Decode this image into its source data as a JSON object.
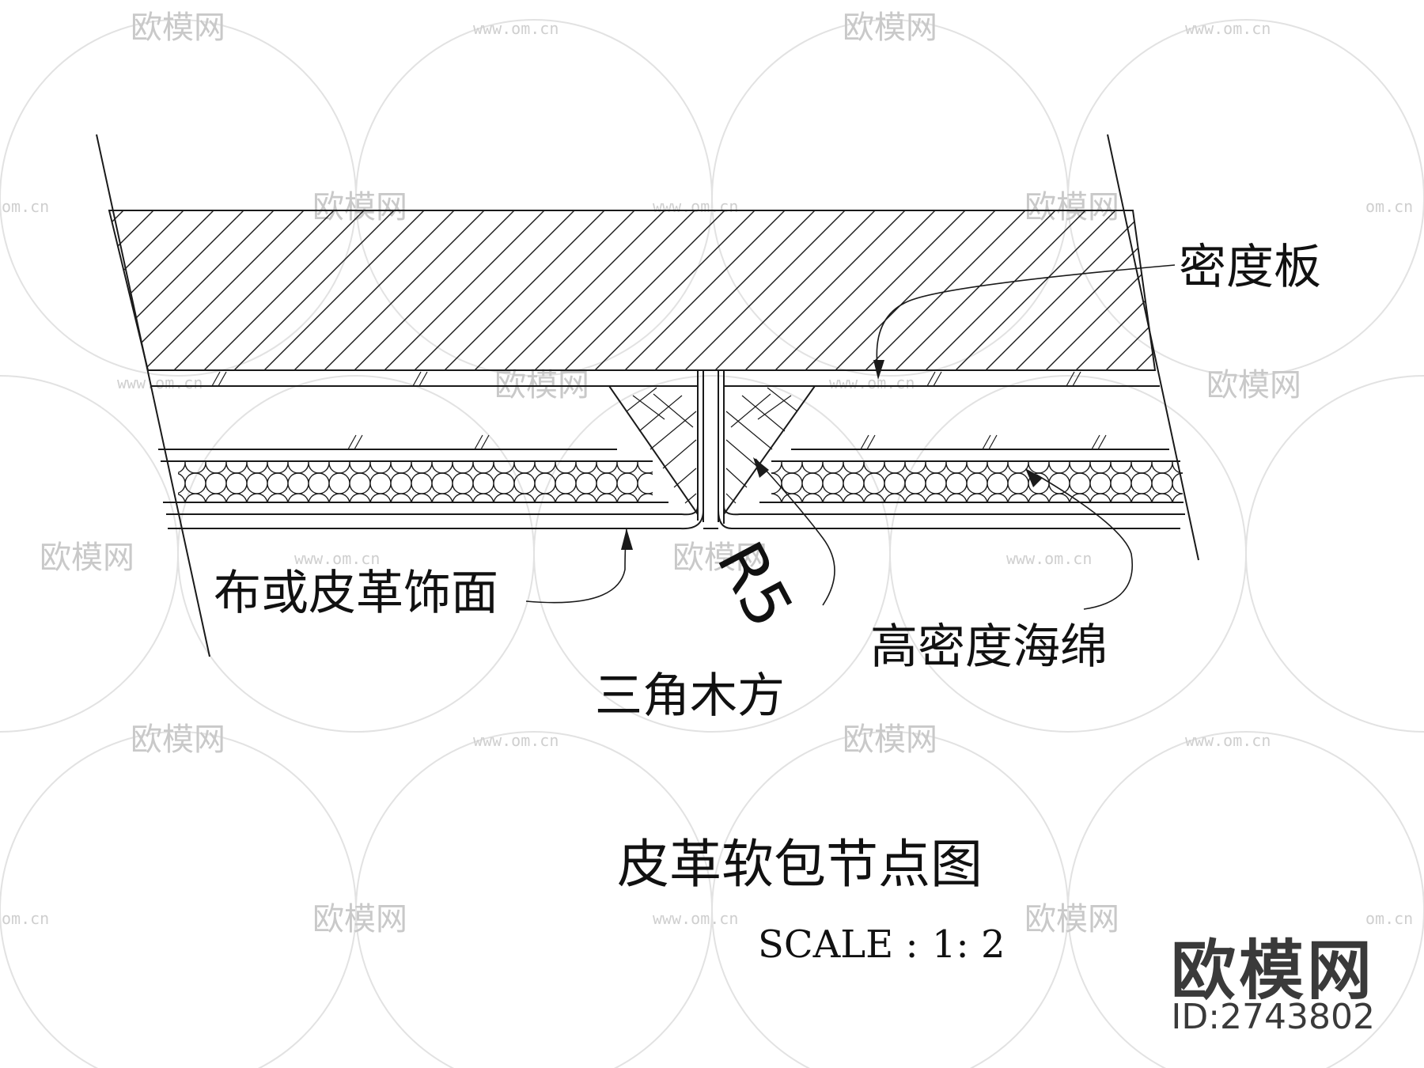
{
  "title": "皮革软包节点图",
  "scale_label": "SCALE :",
  "scale_value": "1: 2",
  "labels": {
    "density_board": "密度板",
    "fabric_or_leather": "布或皮革饰面",
    "radius": "R5",
    "high_density_sponge": "高密度海绵",
    "triangle_wood": "三角木方"
  },
  "watermark": {
    "brand_mark": "欧模网",
    "url": "www.om.cn",
    "url_short": "om.cn"
  },
  "brand": {
    "name": "欧模网",
    "id": "ID:2743802"
  },
  "colors": {
    "line": "#1a1a1a",
    "watermark": "#c9c9c9",
    "brand": "#3a3a3a"
  }
}
